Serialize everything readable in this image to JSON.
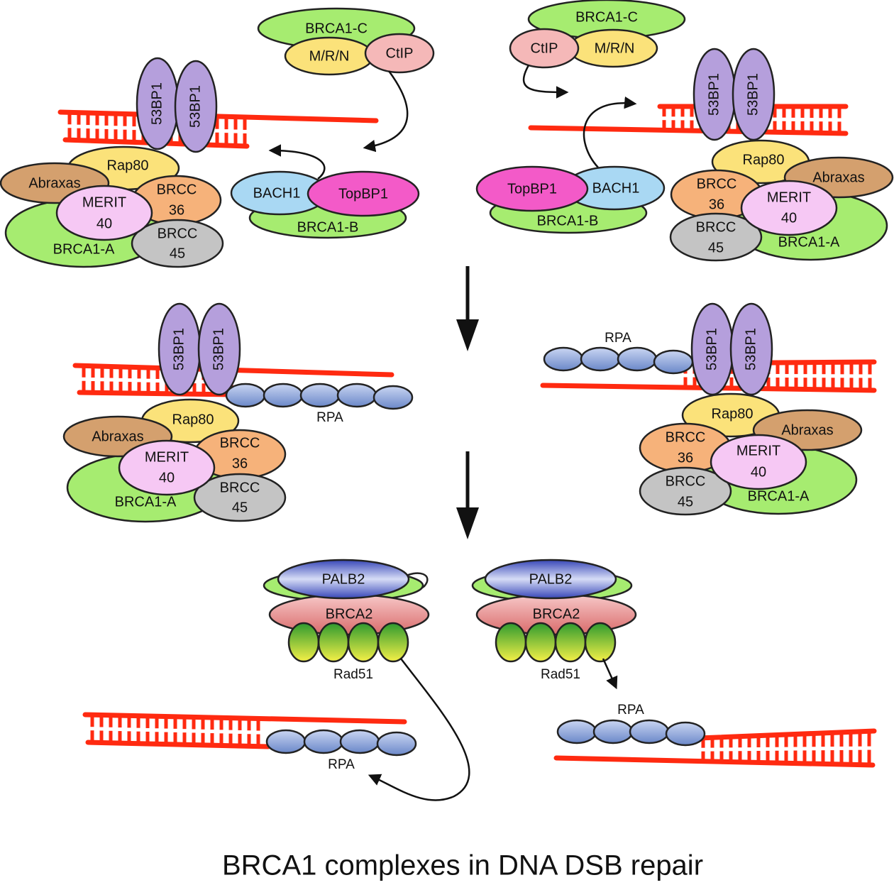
{
  "title": "BRCA1 complexes in DNA DSB repair",
  "colors": {
    "dna": "#ff2a10",
    "green": "#a6ec70",
    "yellow": "#fbe27a",
    "purple": "#b59fdc",
    "pink": "#f5b8b8",
    "magenta": "#f35ac8",
    "lightblue": "#a9d8f3",
    "tan": "#d4a06e",
    "orange": "#f6b27a",
    "lilac": "#f6c8f4",
    "grey": "#c4c4c4",
    "rpa": "#8ea7d8",
    "palb2": "#4f5fc7",
    "brca2": "#e88f8f",
    "rad51": "#c9d63a"
  },
  "labels": {
    "brca1_c": "BRCA1-C",
    "mrn": "M/R/N",
    "ctip": "CtIP",
    "bp53": "53BP1",
    "rap80": "Rap80",
    "abraxas": "Abraxas",
    "brcc": "BRCC",
    "n36": "36",
    "n45": "45",
    "merit": "MERIT",
    "n40": "40",
    "brca1_a": "BRCA1-A",
    "bach1": "BACH1",
    "topbp1": "TopBP1",
    "brca1_b": "BRCA1-B",
    "rpa": "RPA",
    "palb2": "PALB2",
    "brca2": "BRCA2",
    "rad51": "Rad51"
  }
}
